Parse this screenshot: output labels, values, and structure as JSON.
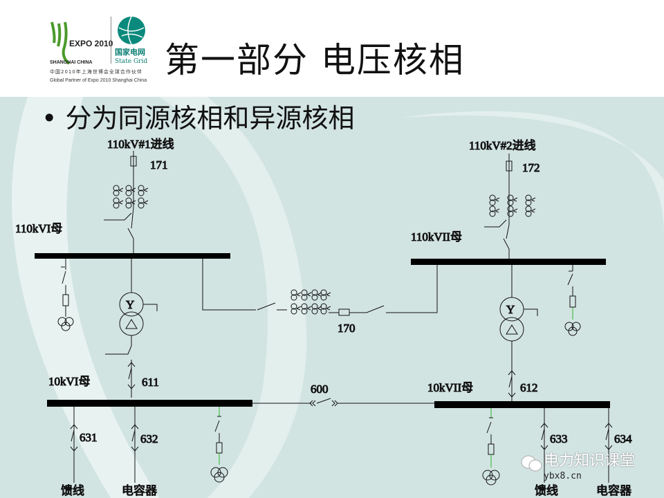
{
  "header": {
    "logo_expo": {
      "text": "EXPO 2010",
      "sub": "SHANGHAI CHINA"
    },
    "logo_state_grid": {
      "cn": "国家电网",
      "en": "State Grid"
    },
    "partner_cn": "中国2010年上海世博会全球合作伙伴",
    "partner_en": "Global Partner of Expo 2010 Shanghai China",
    "title": "第一部分 电压核相"
  },
  "bullet": "分为同源核相和异源核相",
  "diagram": {
    "incoming_1": "110kV#1进线",
    "breaker_171": "171",
    "incoming_2": "110kV#2进线",
    "breaker_172": "172",
    "bus_110_1": "110kVI母",
    "bus_110_2": "110kVII母",
    "tie_170": "170",
    "bus_10_1": "10kVI母",
    "bus_10_2": "10kVII母",
    "breaker_611": "611",
    "breaker_612": "612",
    "tie_600": "600",
    "feeder_631": "631",
    "feeder_632": "632",
    "feeder_633": "633",
    "feeder_634": "634",
    "load_feeder_1": "馈线",
    "load_capacitor_1": "电容器",
    "load_feeder_2": "馈线",
    "load_capacitor_2": "电容器",
    "transformer_symbol": "Y",
    "colors": {
      "bus": "#000000",
      "pt_line": "#2db52d",
      "background": "#d2e4e2"
    }
  },
  "watermark": {
    "name": "电力知识课堂",
    "url": "ybx8.cn"
  }
}
